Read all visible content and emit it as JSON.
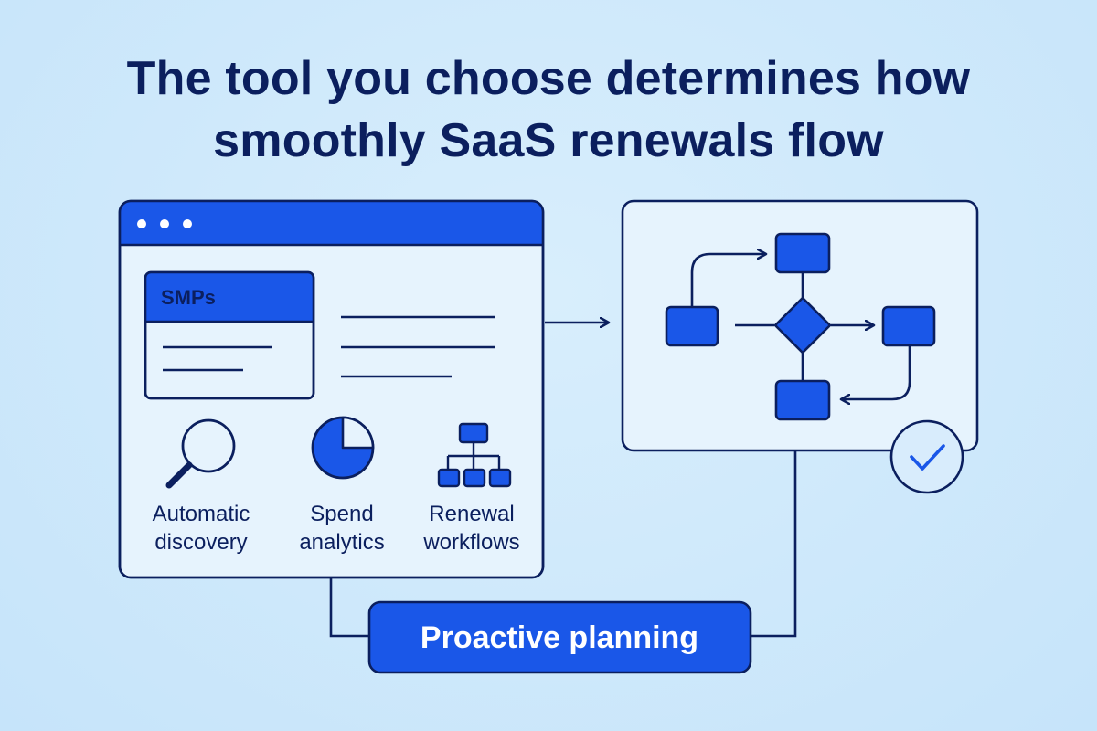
{
  "header": {
    "title_line1": "The tool you choose determines how",
    "title_line2": "smoothly SaaS renewals flow"
  },
  "tool_window": {
    "panel_heading": "SMPs",
    "features": [
      {
        "icon": "magnifying-glass-icon",
        "line1": "Automatic",
        "line2": "discovery"
      },
      {
        "icon": "pie-chart-icon",
        "line1": "Spend",
        "line2": "analytics"
      },
      {
        "icon": "org-chart-icon",
        "line1": "Renewal",
        "line2": "workflows"
      }
    ]
  },
  "workflow_panel": {
    "status_icon": "checkmark-icon"
  },
  "action": {
    "label": "Proactive planning"
  },
  "colors": {
    "background": "#cfe9fb",
    "navy": "#0b1f5e",
    "accent": "#1a57e8",
    "panel_fill": "#e6f3fd"
  }
}
